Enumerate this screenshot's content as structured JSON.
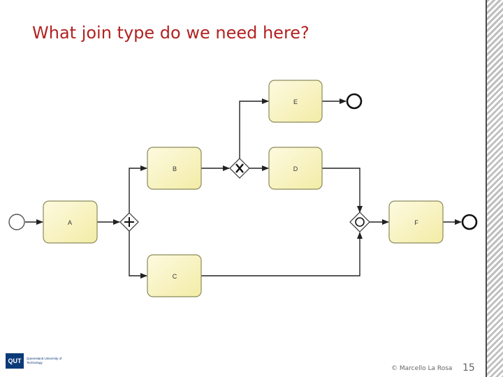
{
  "slide": {
    "title": "What join type do we need here?",
    "copyright": "© Marcello La Rosa",
    "page_number": "15",
    "logo_abbrev": "QUT",
    "logo_text": "Queensland University of Technology"
  },
  "diagram": {
    "tasks": [
      {
        "id": "A",
        "label": "A"
      },
      {
        "id": "B",
        "label": "B"
      },
      {
        "id": "C",
        "label": "C"
      },
      {
        "id": "D",
        "label": "D"
      },
      {
        "id": "E",
        "label": "E"
      },
      {
        "id": "F",
        "label": "F"
      }
    ],
    "gateways": [
      {
        "id": "and-split",
        "type": "parallel",
        "symbol": "+"
      },
      {
        "id": "xor-split",
        "type": "exclusive",
        "symbol": "X"
      },
      {
        "id": "or-join",
        "type": "inclusive",
        "symbol": "O"
      }
    ],
    "events": [
      {
        "id": "start",
        "type": "start"
      },
      {
        "id": "end-e",
        "type": "end"
      },
      {
        "id": "end-f",
        "type": "end"
      }
    ],
    "colors": {
      "task_fill": "#fcf7c7",
      "task_stroke": "#8a8a5a",
      "line": "#222222",
      "title": "#b22222"
    }
  }
}
